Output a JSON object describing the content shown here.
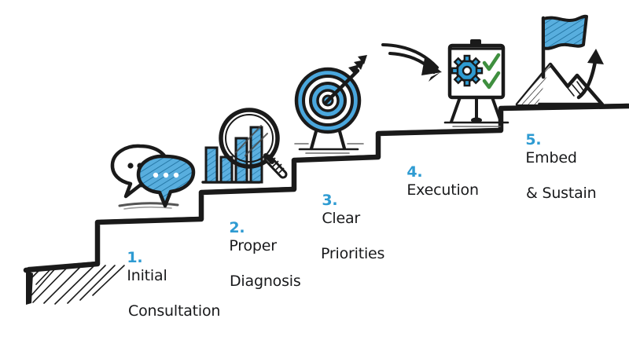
{
  "diagram": {
    "type": "staircase-process",
    "title": "",
    "background_color": "#ffffff",
    "ink_color": "#1a1a1a",
    "accent_color": "#2e9bd2",
    "check_color": "#3f8f3f",
    "step_count": 5,
    "steps": [
      {
        "number": "1.",
        "line1": "Initial",
        "line2": "Consultation",
        "icon": "speech-bubbles-icon",
        "icon_label": "two speech bubbles"
      },
      {
        "number": "2.",
        "line1": "Proper",
        "line2": "Diagnosis",
        "icon": "bar-chart-magnifier-icon",
        "icon_label": "bar chart with magnifying glass"
      },
      {
        "number": "3.",
        "line1": "Clear",
        "line2": "Priorities",
        "icon": "target-arrow-icon",
        "icon_label": "target with arrow in bullseye"
      },
      {
        "number": "4.",
        "line1": "Execution",
        "line2": "",
        "icon": "presentation-board-gear-icon",
        "icon_label": "flipchart with gear and checkmarks"
      },
      {
        "number": "5.",
        "line1": "Embed",
        "line2": "& Sustain",
        "icon": "mountain-flag-icon",
        "icon_label": "mountain peaks with flag and rising arrow"
      }
    ],
    "decorations": [
      {
        "name": "ground-hatching",
        "label": "diagonal hatch under first step"
      },
      {
        "name": "swoosh-arrow-icon",
        "label": "curved arrow pointing to step 4 icon"
      }
    ]
  }
}
